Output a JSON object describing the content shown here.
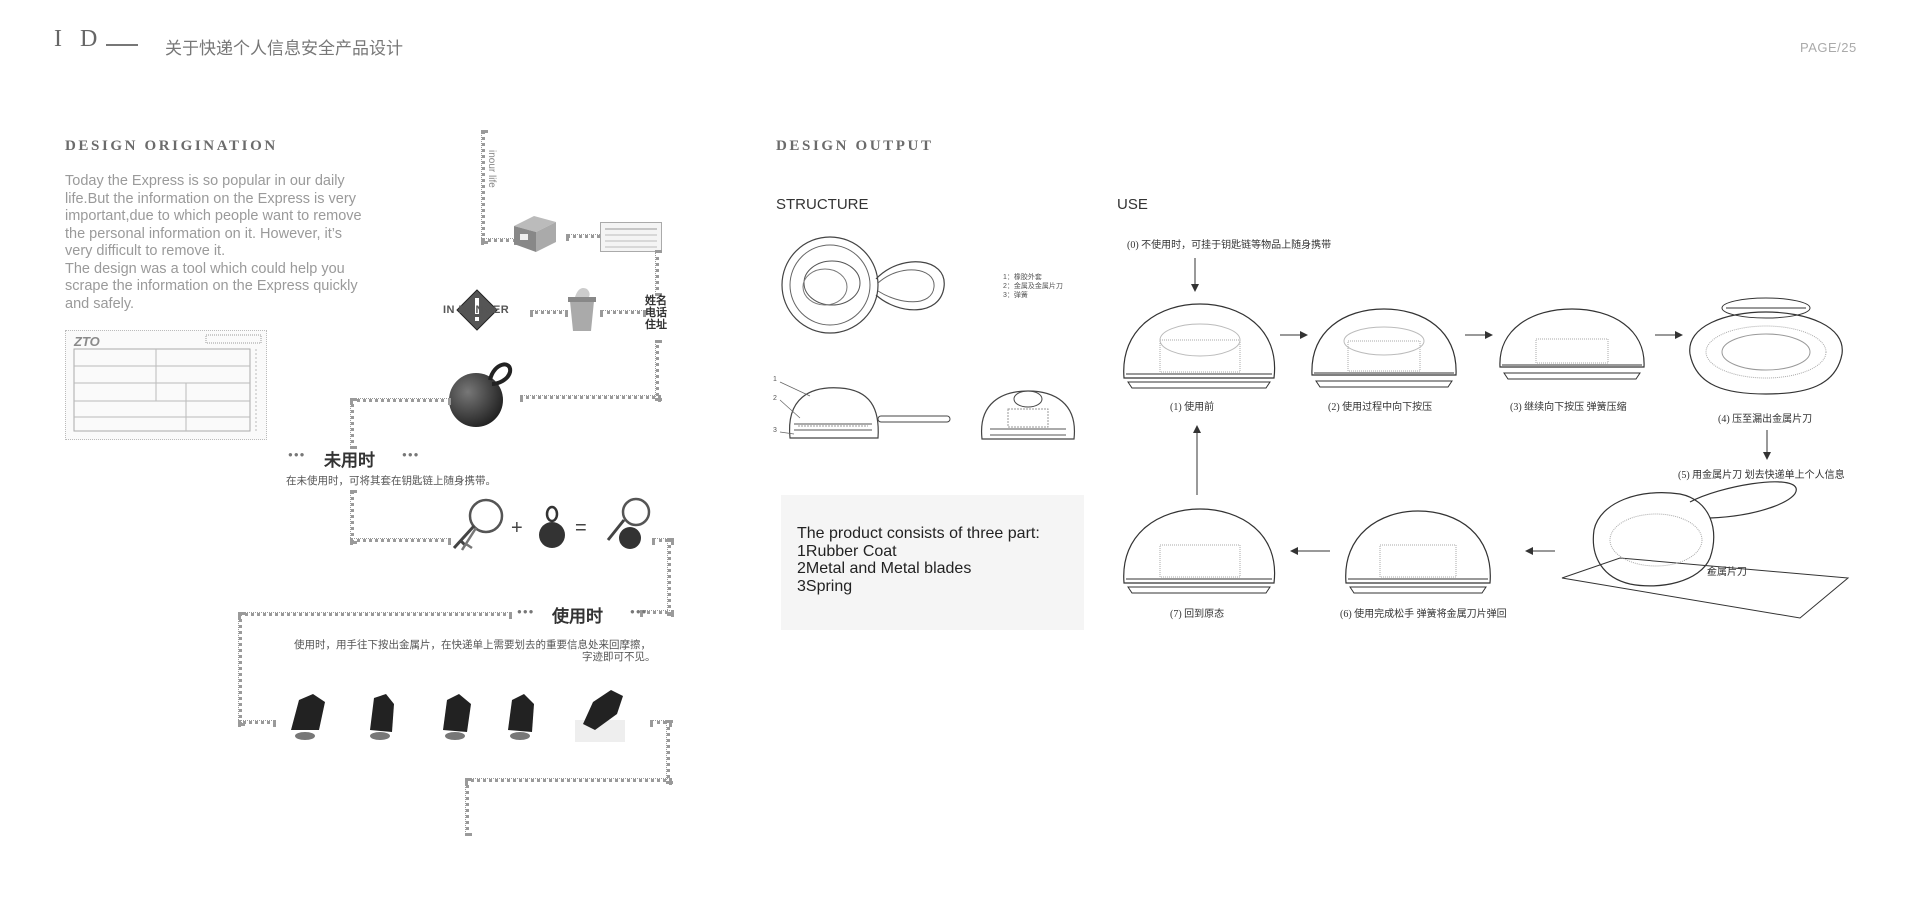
{
  "header": {
    "brand": "I D",
    "title": "关于快递个人信息安全产品设计",
    "page": "PAGE/25"
  },
  "origination": {
    "heading": "DESIGN ORIGINATION",
    "lines": [
      "Today the Express is so popular in our daily",
      "life.But the information on the Express is very",
      "important,due to which people want to remove",
      "the personal information on it. However, it’s",
      "very difficult to remove it.",
      "The design was a tool which could help you",
      "scrape the information on the Express quickly",
      "and safely."
    ],
    "waybill_brand": "ZTO",
    "flow_vertical_label": "inour life",
    "stamp_text": "IN DANGER",
    "info_labels": [
      "姓名",
      "电话",
      "住址"
    ],
    "stage_unused": {
      "title": "未用时",
      "desc": "在未使用时，可将其套在钥匙链上随身携带。"
    },
    "stage_using": {
      "title": "使用时",
      "desc_line1": "使用时，用手往下按出金属片，在快递单上需要划去的重要信息处来回摩擦，",
      "desc_line2": "字迹即可不见。"
    },
    "symbols": {
      "plus": "+",
      "equals": "="
    },
    "dots": "●●●"
  },
  "output": {
    "heading": "DESIGN OUTPUT",
    "structure_label": "STRUCTURE",
    "use_label": "USE",
    "legend": [
      "1：橡胶外套",
      "2：金属及金属片刀",
      "3：弹簧"
    ],
    "part_numbers": [
      "1",
      "2",
      "3"
    ],
    "box_lines": [
      "The product consists of three part:",
      "1Rubber Coat",
      "2Metal and Metal blades",
      "3Spring"
    ],
    "steps": {
      "s0": "(0)  不使用时，可挂于钥匙链等物品上随身携带",
      "s1": "(1)  使用前",
      "s2": "(2)  使用过程中向下按压",
      "s3": "(3)  继续向下按压 弹簧压缩",
      "s4": "(4)  压至漏出金属片刀",
      "s5": "(5)  用金属片刀 划去快递单上个人信息",
      "s6": "(6)  使用完成松手 弹簧将金属刀片弹回",
      "s7": "(7)  回到原态",
      "blade": "金属片刀"
    }
  }
}
